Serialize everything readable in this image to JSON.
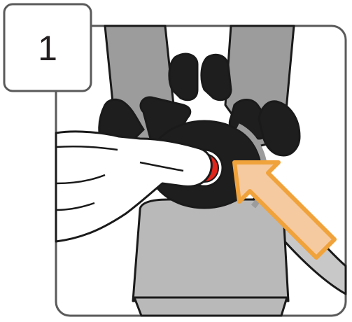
{
  "step": {
    "number": "1"
  },
  "colors": {
    "panel_border": "#5a5a5a",
    "strap_gray": "#9c9c9c",
    "cover_gray": "#b9b9b9",
    "buckle_black": "#1e1e1e",
    "button_red": "#e0251b",
    "arrow_fill": "#f6caa0",
    "arrow_stroke": "#f0a23b",
    "hand_fill": "#ffffff",
    "outline": "#1a1a1a"
  },
  "icons": {
    "arrow": "arrow-pointing-to-release-button",
    "hand": "hand-pressing-button"
  }
}
